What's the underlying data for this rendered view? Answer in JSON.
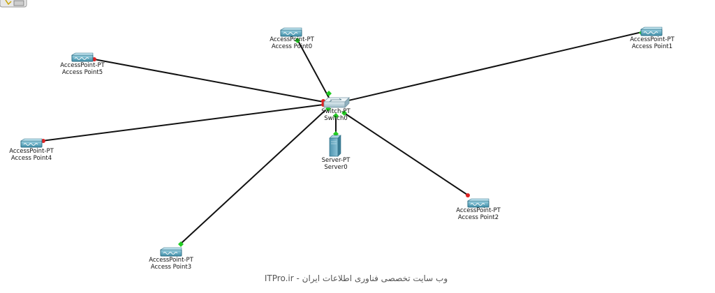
{
  "topology": {
    "switch": {
      "type": "Switch-PT",
      "name": "Switch0"
    },
    "server": {
      "type": "Server-PT",
      "name": "Server0"
    },
    "access_points": [
      {
        "type": "AccessPoint-PT",
        "name": "Access Point0"
      },
      {
        "type": "AccessPoint-PT",
        "name": "Access Point1"
      },
      {
        "type": "AccessPoint-PT",
        "name": "Access Point2"
      },
      {
        "type": "AccessPoint-PT",
        "name": "Access Point3"
      },
      {
        "type": "AccessPoint-PT",
        "name": "Access Point4"
      },
      {
        "type": "AccessPoint-PT",
        "name": "Access Point5"
      }
    ],
    "links": [
      {
        "from": "Switch0",
        "to": "Access Point0",
        "status": "up"
      },
      {
        "from": "Switch0",
        "to": "Access Point1",
        "status": "up"
      },
      {
        "from": "Switch0",
        "to": "Access Point2",
        "status": "partial"
      },
      {
        "from": "Switch0",
        "to": "Access Point3",
        "status": "up"
      },
      {
        "from": "Switch0",
        "to": "Access Point4",
        "status": "down"
      },
      {
        "from": "Switch0",
        "to": "Access Point5",
        "status": "down"
      },
      {
        "from": "Switch0",
        "to": "Server0",
        "status": "up"
      }
    ]
  },
  "colors": {
    "link_up": "#22cc22",
    "link_down": "#dd2222",
    "cable": "#111111",
    "device": "#5fa8c0"
  },
  "watermark": "ITPro.ir - وب سایت تخصصی فناوری اطلاعات ایران"
}
